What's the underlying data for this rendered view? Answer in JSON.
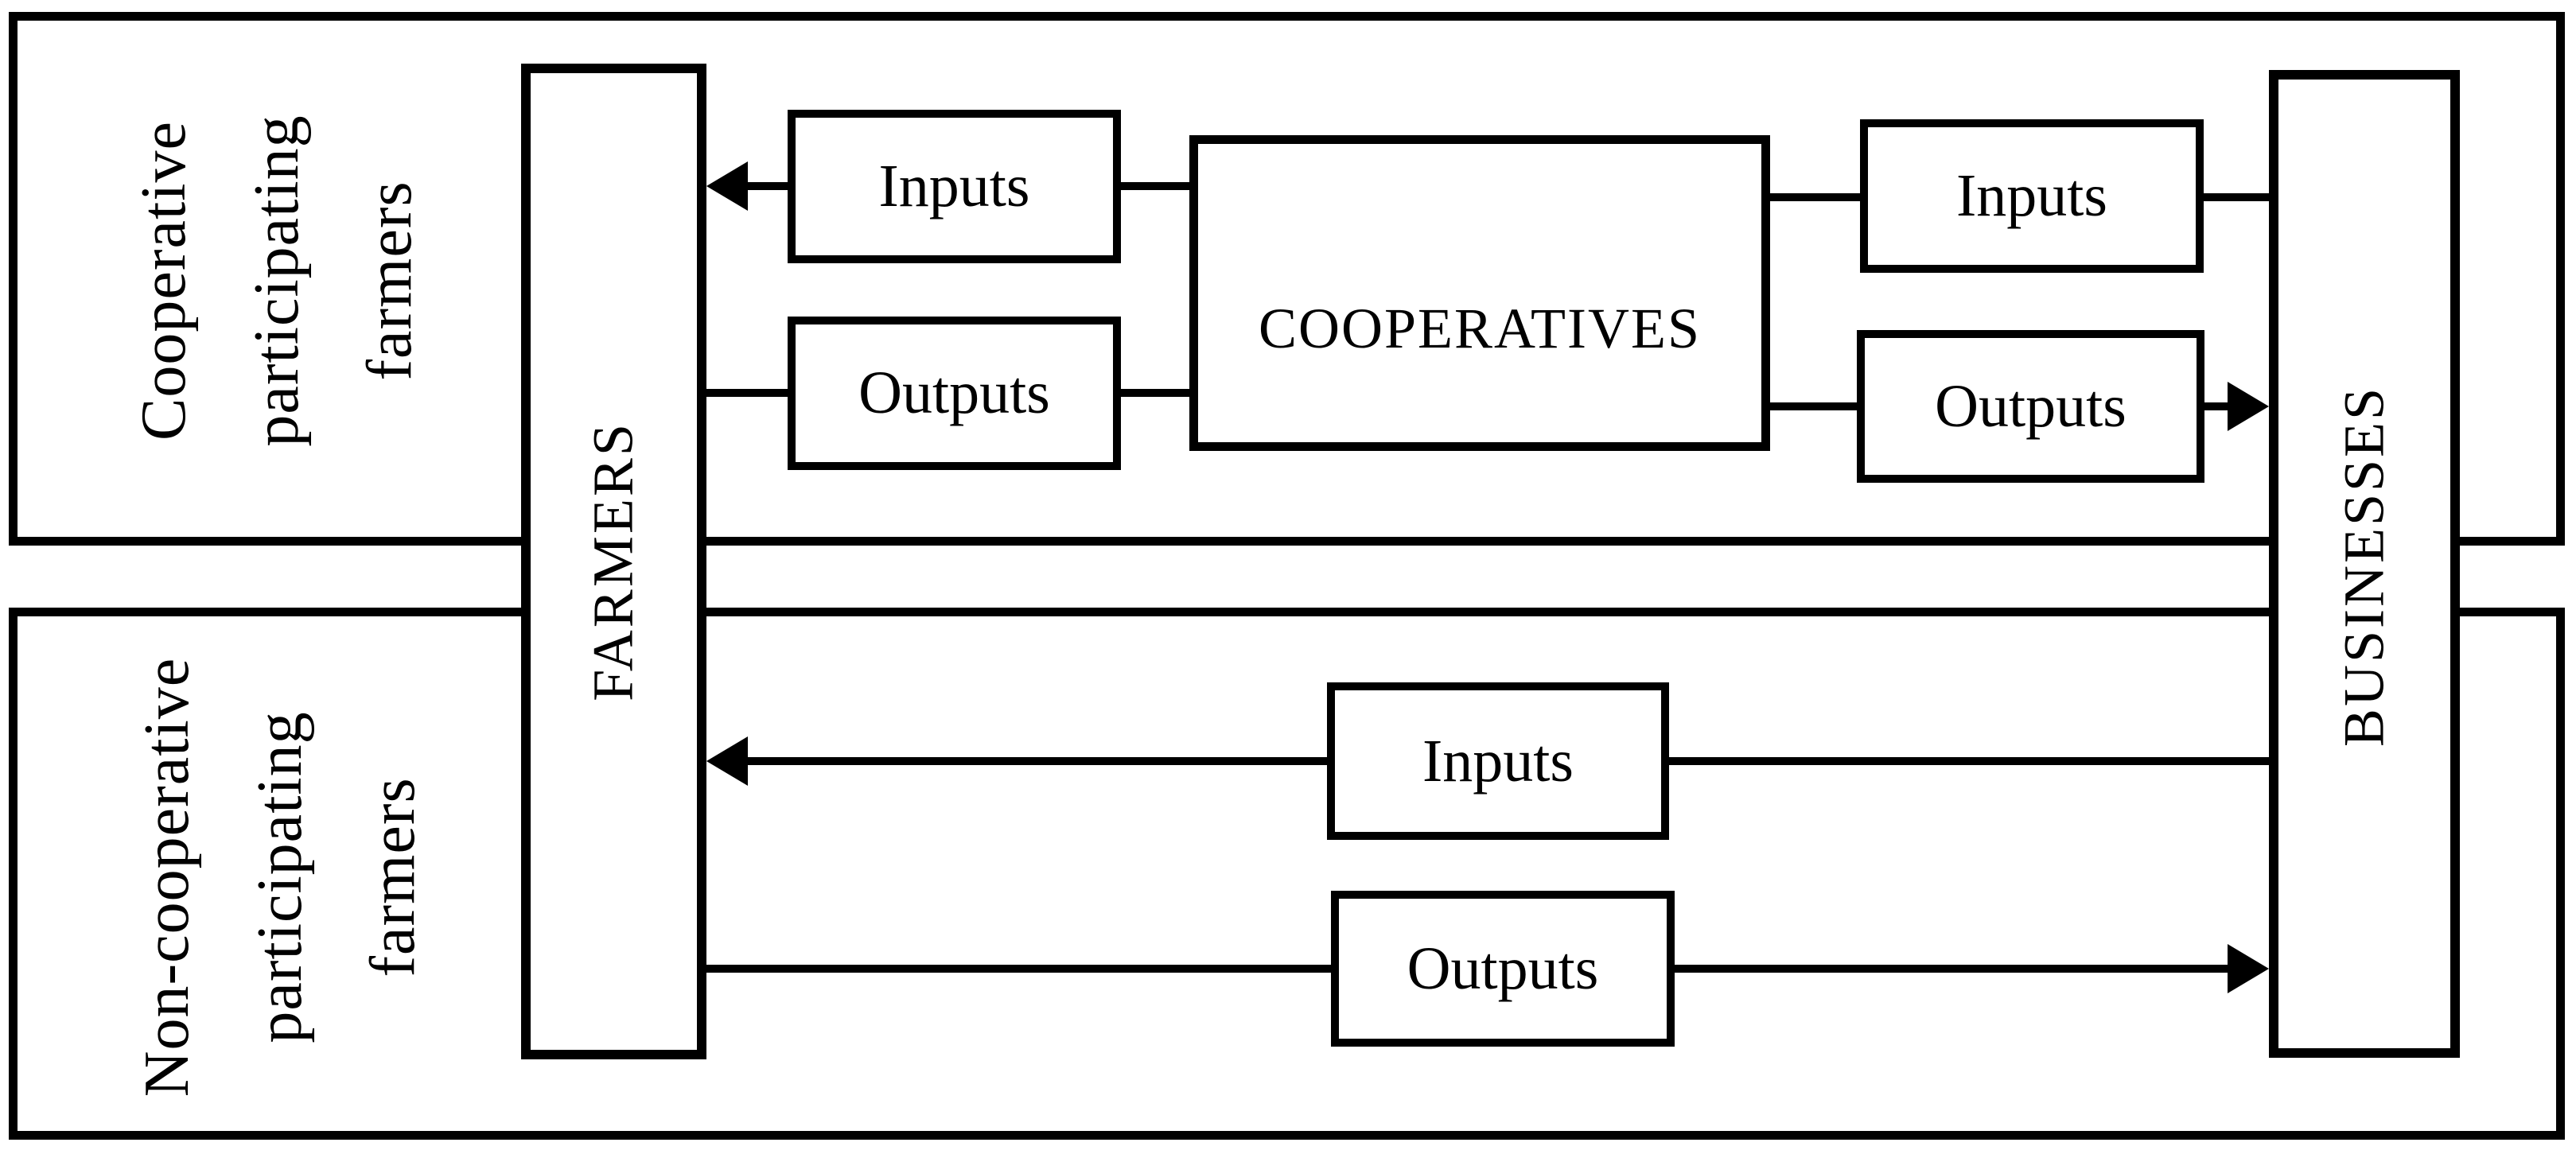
{
  "diagram": {
    "title_present": false,
    "colors": {
      "stroke": "#000000",
      "background": "#ffffff",
      "text": "#000000"
    },
    "sections": {
      "cooperative": {
        "label": "Cooperative\nparticipating\nfarmers"
      },
      "non_cooperative": {
        "label": "Non-cooperative\nparticipating\nfarmers"
      }
    },
    "nodes": {
      "farmers": {
        "label": "FARMERS"
      },
      "businesses": {
        "label": "BUSINESSES"
      },
      "cooperatives": {
        "label": "COOPERATIVES"
      },
      "coop_inputs_farmer_side": {
        "label": "Inputs"
      },
      "coop_outputs_farmer_side": {
        "label": "Outputs"
      },
      "coop_inputs_business_side": {
        "label": "Inputs"
      },
      "coop_outputs_business_side": {
        "label": "Outputs"
      },
      "noncoop_inputs": {
        "label": "Inputs"
      },
      "noncoop_outputs": {
        "label": "Outputs"
      }
    },
    "edges": [
      {
        "from": "coop_inputs_farmer_side",
        "to": "farmers",
        "arrowhead": "left"
      },
      {
        "from": "farmers",
        "to": "coop_outputs_farmer_side",
        "arrowhead": "none"
      },
      {
        "from": "coop_inputs_farmer_side",
        "to": "cooperatives",
        "arrowhead": "none"
      },
      {
        "from": "coop_outputs_farmer_side",
        "to": "cooperatives",
        "arrowhead": "none"
      },
      {
        "from": "cooperatives",
        "to": "coop_inputs_business_side",
        "arrowhead": "none"
      },
      {
        "from": "coop_inputs_business_side",
        "to": "businesses",
        "arrowhead": "none"
      },
      {
        "from": "cooperatives",
        "to": "coop_outputs_business_side",
        "arrowhead": "none"
      },
      {
        "from": "coop_outputs_business_side",
        "to": "businesses",
        "arrowhead": "right"
      },
      {
        "from": "noncoop_inputs",
        "to": "farmers",
        "arrowhead": "left"
      },
      {
        "from": "businesses",
        "to": "noncoop_inputs",
        "arrowhead": "none"
      },
      {
        "from": "farmers",
        "to": "noncoop_outputs",
        "arrowhead": "none"
      },
      {
        "from": "noncoop_outputs",
        "to": "businesses",
        "arrowhead": "right"
      }
    ]
  }
}
